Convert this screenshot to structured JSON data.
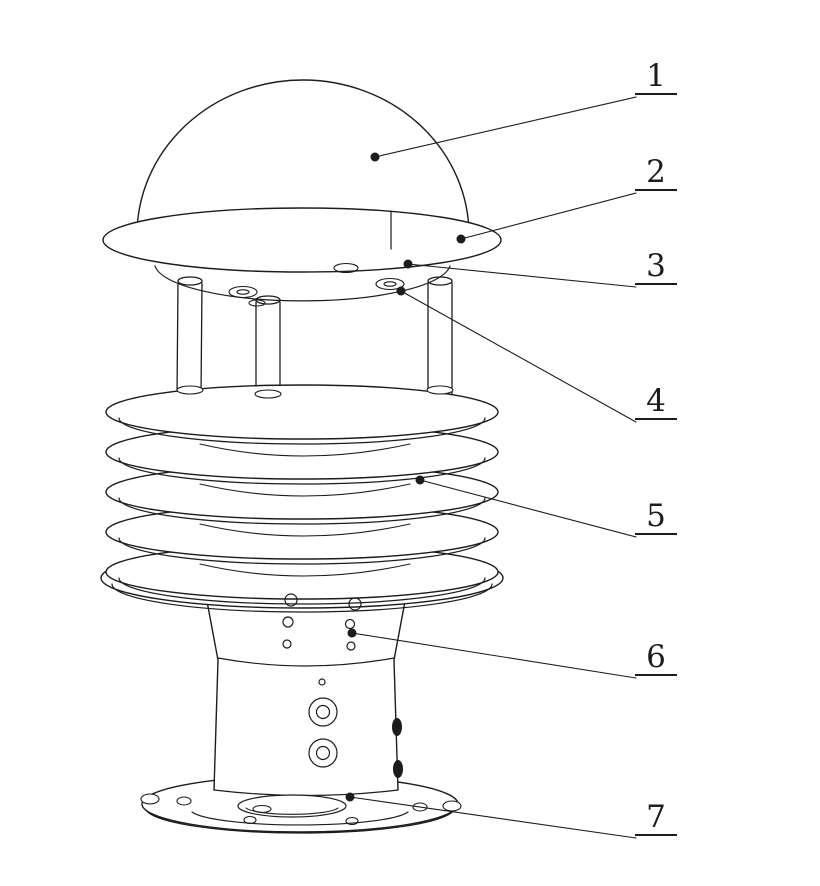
{
  "figure": {
    "type": "patent-style technical line drawing",
    "subject": "weather multi-sensor instrument with dome, louvered radiation shield and base",
    "background": "#ffffff",
    "line_color": "#1c1c1c",
    "callouts": [
      {
        "number": "1",
        "points_to": "dome cover"
      },
      {
        "number": "2",
        "points_to": "top ring"
      },
      {
        "number": "3",
        "points_to": "fastener under ring"
      },
      {
        "number": "4",
        "points_to": "fastener on underside plate"
      },
      {
        "number": "5",
        "points_to": "louver plate stack"
      },
      {
        "number": "6",
        "points_to": "small holes on body"
      },
      {
        "number": "7",
        "points_to": "base plate"
      }
    ]
  }
}
